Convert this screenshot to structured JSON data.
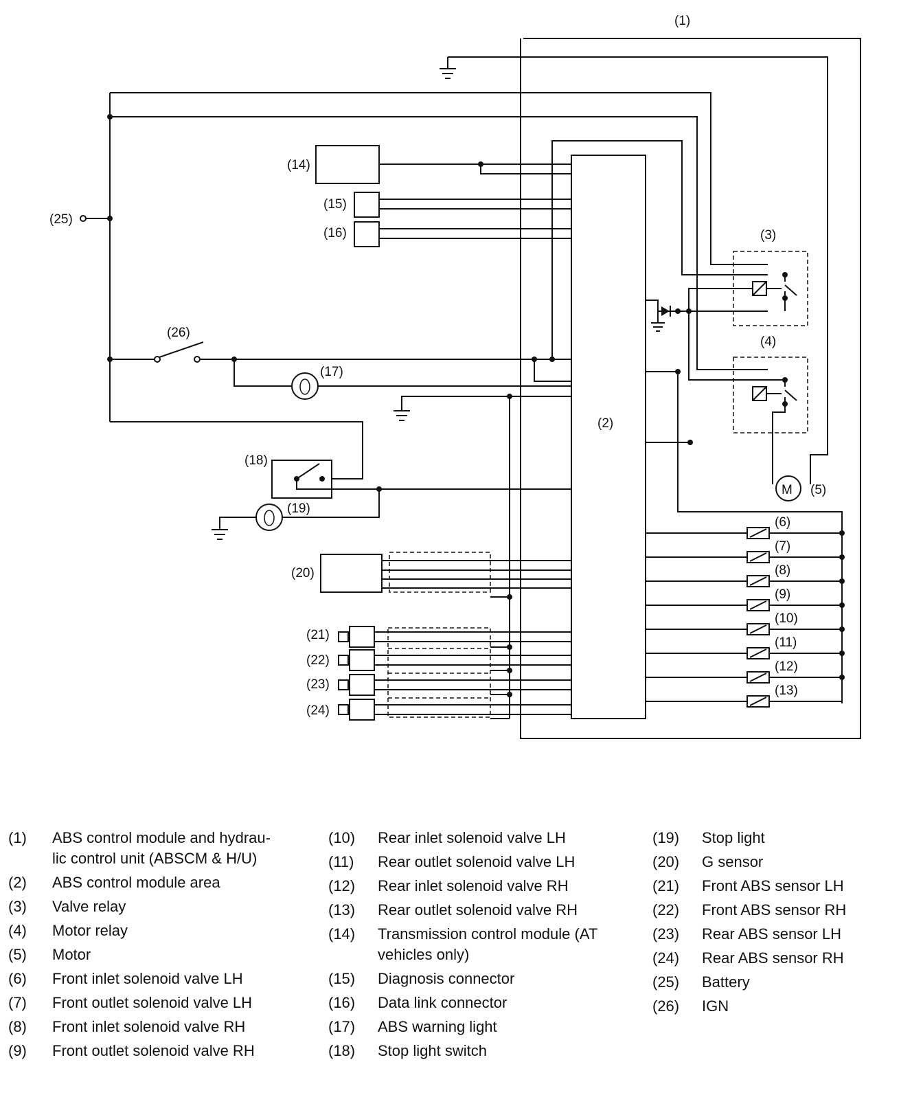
{
  "diagram_labels": {
    "l1": "(1)",
    "l2": "(2)",
    "l3": "(3)",
    "l4": "(4)",
    "l5": "(5)",
    "l6": "(6)",
    "l7": "(7)",
    "l8": "(8)",
    "l9": "(9)",
    "l10": "(10)",
    "l11": "(11)",
    "l12": "(12)",
    "l13": "(13)",
    "l14": "(14)",
    "l15": "(15)",
    "l16": "(16)",
    "l17": "(17)",
    "l18": "(18)",
    "l19": "(19)",
    "l20": "(20)",
    "l21": "(21)",
    "l22": "(22)",
    "l23": "(23)",
    "l24": "(24)",
    "l25": "(25)",
    "l26": "(26)",
    "motor": "M"
  },
  "legend": {
    "col1": [
      {
        "num": "(1)",
        "text_1": "ABS control module and hydrau-",
        "text_2": "lic control unit (ABSCM & H/U)"
      },
      {
        "num": "(2)",
        "text_1": "ABS control module area"
      },
      {
        "num": "(3)",
        "text_1": "Valve relay"
      },
      {
        "num": "(4)",
        "text_1": "Motor relay"
      },
      {
        "num": "(5)",
        "text_1": "Motor"
      },
      {
        "num": "(6)",
        "text_1": "Front inlet solenoid valve LH"
      },
      {
        "num": "(7)",
        "text_1": "Front outlet solenoid valve LH"
      },
      {
        "num": "(8)",
        "text_1": "Front inlet solenoid valve RH"
      },
      {
        "num": "(9)",
        "text_1": "Front outlet solenoid valve RH"
      }
    ],
    "col2": [
      {
        "num": "(10)",
        "text_1": "Rear inlet solenoid valve LH"
      },
      {
        "num": "(11)",
        "text_1": "Rear outlet solenoid valve LH"
      },
      {
        "num": "(12)",
        "text_1": "Rear inlet solenoid valve RH"
      },
      {
        "num": "(13)",
        "text_1": "Rear outlet solenoid valve RH"
      },
      {
        "num": "(14)",
        "text_1": "Transmission control module (AT",
        "text_2": "vehicles only)"
      },
      {
        "num": "(15)",
        "text_1": "Diagnosis connector"
      },
      {
        "num": "(16)",
        "text_1": "Data link connector"
      },
      {
        "num": "(17)",
        "text_1": "ABS warning light"
      },
      {
        "num": "(18)",
        "text_1": "Stop light switch"
      }
    ],
    "col3": [
      {
        "num": "(19)",
        "text_1": "Stop light"
      },
      {
        "num": "(20)",
        "text_1": "G sensor"
      },
      {
        "num": "(21)",
        "text_1": "Front ABS sensor LH"
      },
      {
        "num": "(22)",
        "text_1": "Front ABS sensor RH"
      },
      {
        "num": "(23)",
        "text_1": "Rear ABS sensor LH"
      },
      {
        "num": "(24)",
        "text_1": "Rear ABS sensor RH"
      },
      {
        "num": "(25)",
        "text_1": "Battery"
      },
      {
        "num": "(26)",
        "text_1": "IGN"
      }
    ]
  }
}
